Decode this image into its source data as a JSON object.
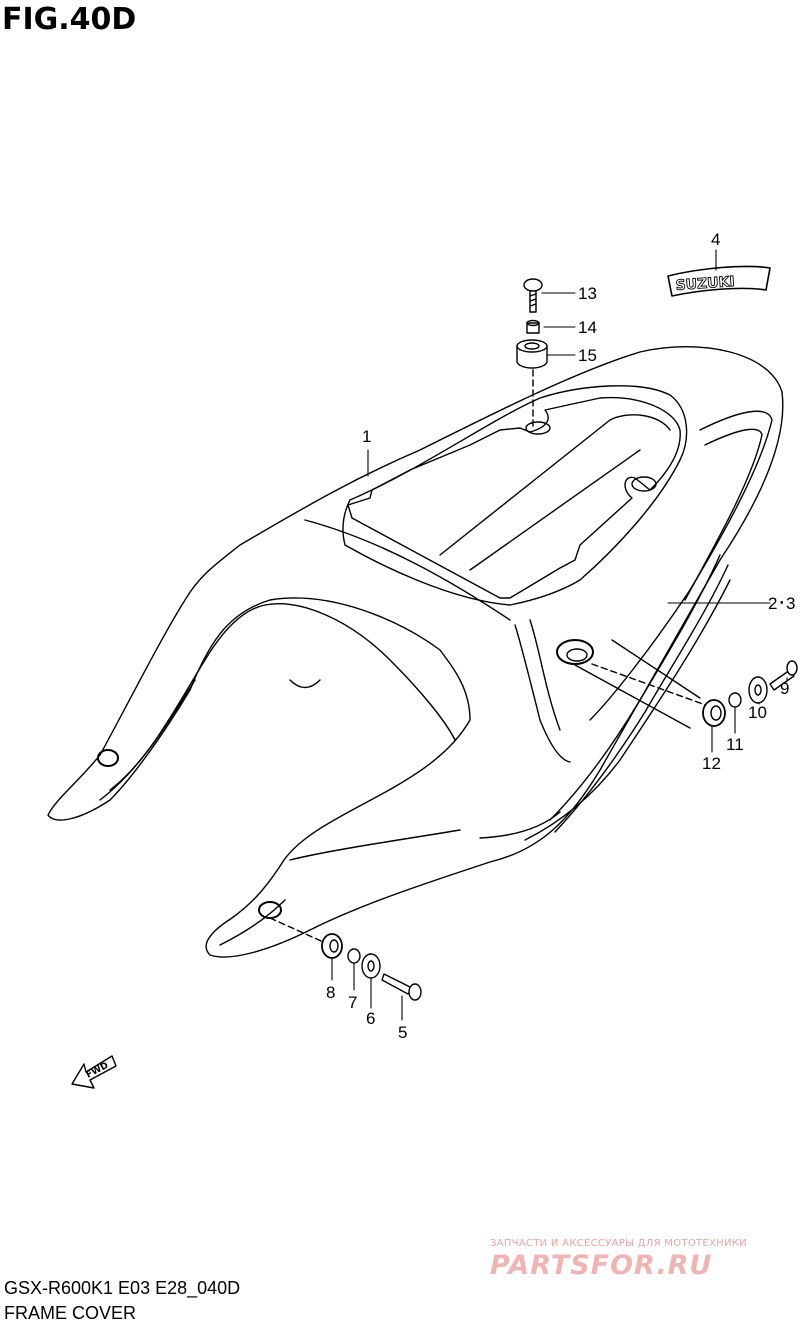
{
  "figure": {
    "number": "FIG.40D",
    "model_code": "GSX-R600K1 E03 E28_040D",
    "title": "FRAME COVER"
  },
  "callouts": [
    {
      "id": "c1",
      "label": "1"
    },
    {
      "id": "c23",
      "label": "2･3"
    },
    {
      "id": "c4",
      "label": "4"
    },
    {
      "id": "c5",
      "label": "5"
    },
    {
      "id": "c6",
      "label": "6"
    },
    {
      "id": "c7",
      "label": "7"
    },
    {
      "id": "c8",
      "label": "8"
    },
    {
      "id": "c9",
      "label": "9"
    },
    {
      "id": "c10",
      "label": "10"
    },
    {
      "id": "c11",
      "label": "11"
    },
    {
      "id": "c12",
      "label": "12"
    },
    {
      "id": "c13",
      "label": "13"
    },
    {
      "id": "c14",
      "label": "14"
    },
    {
      "id": "c15",
      "label": "15"
    }
  ],
  "emblem_text": "SUZUKI",
  "direction_arrow_text": "FWD",
  "watermark": {
    "tagline": "ЗАПЧАСТИ И АКСЕССУАРЫ ДЛЯ МОТОТЕХНИКИ",
    "site": "PARTSFOR.RU"
  }
}
